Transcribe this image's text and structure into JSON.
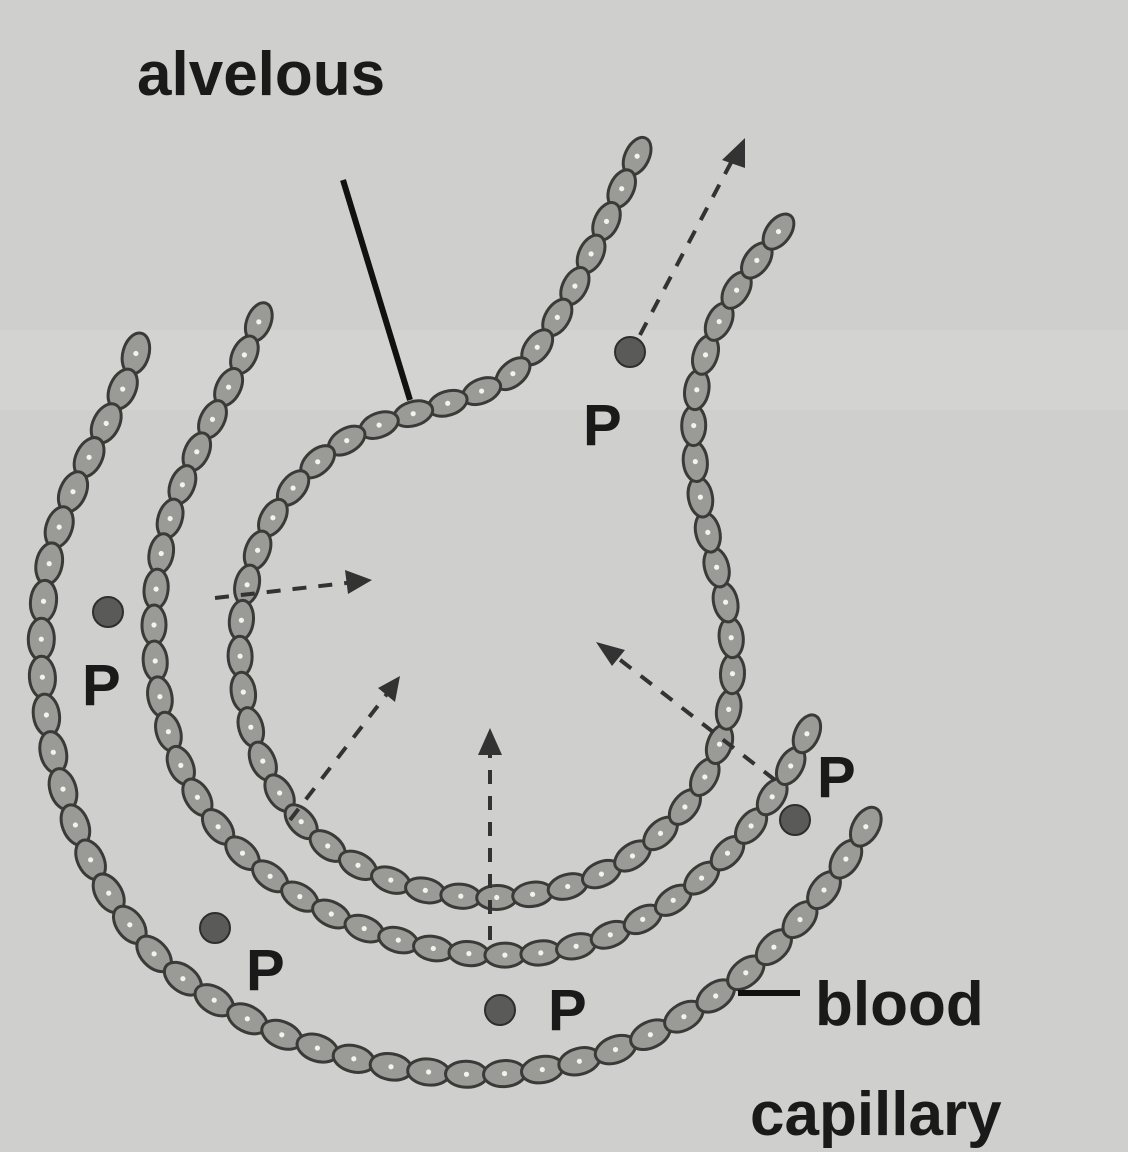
{
  "labels": {
    "alveolus": "alvelous",
    "blood": "blood",
    "capillary": "capillary",
    "particle": "P"
  },
  "colors": {
    "background": "#cfcfcd",
    "cell_fill": "#9a9a96",
    "cell_outline": "#3a3a38",
    "particle": "#5a5a58",
    "text": "#1a1a1a"
  }
}
